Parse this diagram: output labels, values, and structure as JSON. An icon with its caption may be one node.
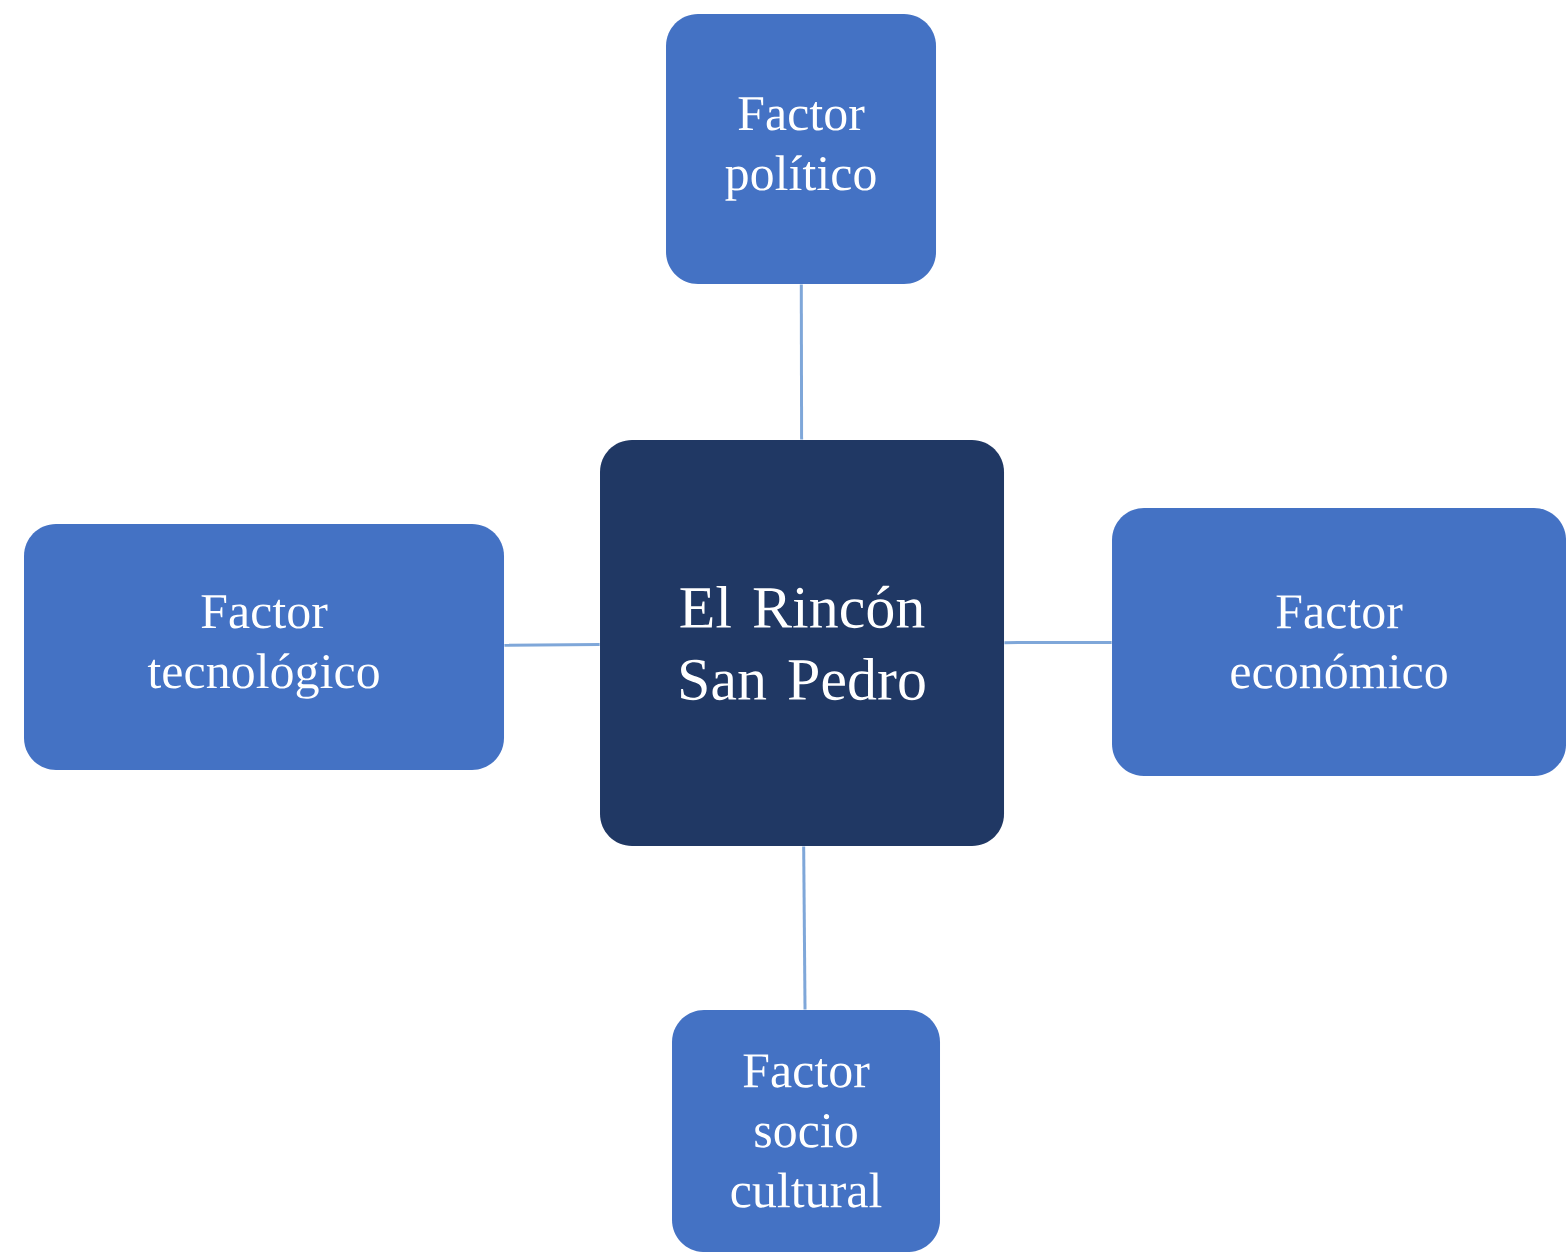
{
  "diagram": {
    "nodes": [
      {
        "text": [
          "Factor político"
        ]
      },
      {
        "text": [
          "Factor tecnológico"
        ]
      },
      {
        "text": [
          "El Rincón San Pedro"
        ]
      },
      {
        "text": [
          "Factor económico"
        ]
      },
      {
        "text": [
          "Factor socio cultural"
        ]
      }
    ],
    "edges": [
      {
        "from": 2,
        "to": 0,
        "arrow": "none"
      },
      {
        "from": 2,
        "to": 1,
        "arrow": "none"
      },
      {
        "from": 2,
        "to": 3,
        "arrow": "none"
      },
      {
        "from": 2,
        "to": 4,
        "arrow": "none"
      }
    ]
  }
}
